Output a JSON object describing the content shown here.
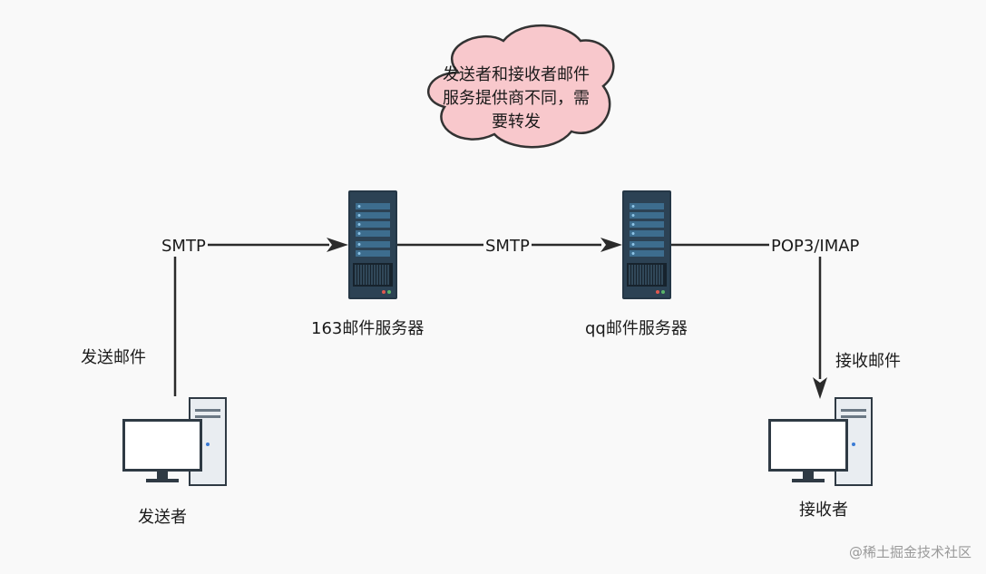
{
  "cloud": {
    "text": "发送者和接收者邮件服务提供商不同，需要转发",
    "fill": "#f8c8cc",
    "stroke": "#333333"
  },
  "nodes": {
    "server1": {
      "label": "163邮件服务器",
      "icon": "server-icon"
    },
    "server2": {
      "label": "qq邮件服务器",
      "icon": "server-icon"
    },
    "sender": {
      "label": "发送者",
      "icon": "desktop-computer-icon"
    },
    "receiver": {
      "label": "接收者",
      "icon": "desktop-computer-icon"
    }
  },
  "edges": {
    "sender_to_server1": {
      "label": "SMTP",
      "side_label": "发送邮件"
    },
    "server1_to_server2": {
      "label": "SMTP"
    },
    "server2_to_receiver": {
      "label": "POP3/IMAP",
      "side_label": "接收邮件"
    }
  },
  "colors": {
    "server_body": "#253746",
    "server_panel": "#3d6d8e",
    "line": "#2b2b2b",
    "pc_frame": "#2f3a44"
  },
  "watermark": "@稀土掘金技术社区"
}
